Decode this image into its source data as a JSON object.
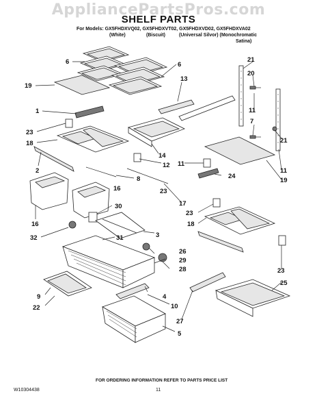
{
  "watermark": "AppliancePartsPros.com",
  "title": "SHELF PARTS",
  "models_line": "For Models: GX5FHDXVQ02, GX5FHDXVT02, GX5FHDXVD02, GX5FHDXVA02",
  "colors": [
    "(White)",
    "(Biscuit)",
    "(Universal Silvor) (Monochromatic",
    "Satina)"
  ],
  "footer_text": "FOR ORDERING INFORMATION REFER TO PARTS PRICE LIST",
  "doc_id": "W10304438",
  "page_number": "11",
  "callouts": [
    {
      "id": "c-6a",
      "text": "6"
    },
    {
      "id": "c-6b",
      "text": "6"
    },
    {
      "id": "c-19a",
      "text": "19"
    },
    {
      "id": "c-13",
      "text": "13"
    },
    {
      "id": "c-1",
      "text": "1"
    },
    {
      "id": "c-23a",
      "text": "23"
    },
    {
      "id": "c-18a",
      "text": "18"
    },
    {
      "id": "c-2",
      "text": "2"
    },
    {
      "id": "c-8",
      "text": "8"
    },
    {
      "id": "c-16a",
      "text": "16"
    },
    {
      "id": "c-16b",
      "text": "16"
    },
    {
      "id": "c-32",
      "text": "32"
    },
    {
      "id": "c-30",
      "text": "30"
    },
    {
      "id": "c-31",
      "text": "31"
    },
    {
      "id": "c-9",
      "text": "9"
    },
    {
      "id": "c-22",
      "text": "22"
    },
    {
      "id": "c-14",
      "text": "14"
    },
    {
      "id": "c-12",
      "text": "12"
    },
    {
      "id": "c-23b",
      "text": "23"
    },
    {
      "id": "c-17",
      "text": "17"
    },
    {
      "id": "c-3",
      "text": "3"
    },
    {
      "id": "c-26",
      "text": "26"
    },
    {
      "id": "c-29",
      "text": "29"
    },
    {
      "id": "c-28",
      "text": "28"
    },
    {
      "id": "c-4",
      "text": "4"
    },
    {
      "id": "c-10",
      "text": "10"
    },
    {
      "id": "c-27",
      "text": "27"
    },
    {
      "id": "c-5",
      "text": "5"
    },
    {
      "id": "c-21a",
      "text": "21"
    },
    {
      "id": "c-20",
      "text": "20"
    },
    {
      "id": "c-11a",
      "text": "11"
    },
    {
      "id": "c-7",
      "text": "7"
    },
    {
      "id": "c-21b",
      "text": "21"
    },
    {
      "id": "c-11b",
      "text": "11"
    },
    {
      "id": "c-11c",
      "text": "11"
    },
    {
      "id": "c-24",
      "text": "24"
    },
    {
      "id": "c-19b",
      "text": "19"
    },
    {
      "id": "c-23c",
      "text": "23"
    },
    {
      "id": "c-18b",
      "text": "18"
    },
    {
      "id": "c-23d",
      "text": "23"
    },
    {
      "id": "c-25",
      "text": "25"
    }
  ]
}
